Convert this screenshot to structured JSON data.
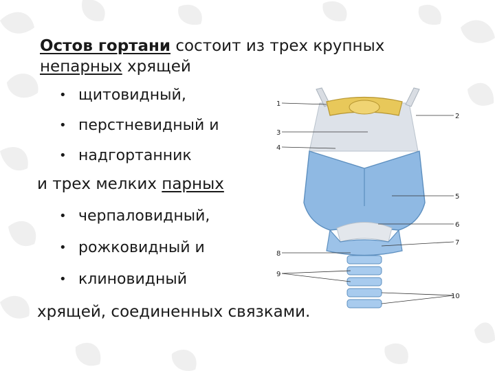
{
  "heading": {
    "term": "Остов гортани",
    "rest1": " состоит из трех крупных",
    "term2": "непарных",
    "rest2": " хрящей"
  },
  "large_unpaired": [
    "щитовидный,",
    "перстневидный и",
    "надгортанник"
  ],
  "paired_intro": {
    "prefix": "и трех мелких ",
    "term": "парных"
  },
  "small_paired": [
    "черпаловидный,",
    "рожковидный и",
    "клиновидный"
  ],
  "closing": "хрящей, соединенных связками.",
  "figure": {
    "callouts": [
      "1",
      "2",
      "3",
      "4",
      "5",
      "6",
      "7",
      "8",
      "9",
      "10"
    ]
  },
  "colors": {
    "cartilage_blue": "#8fb9e3",
    "hyoid_yellow": "#e8c85a",
    "membrane_grey": "#d9dde3",
    "pattern_grey": "#eeeeee"
  }
}
